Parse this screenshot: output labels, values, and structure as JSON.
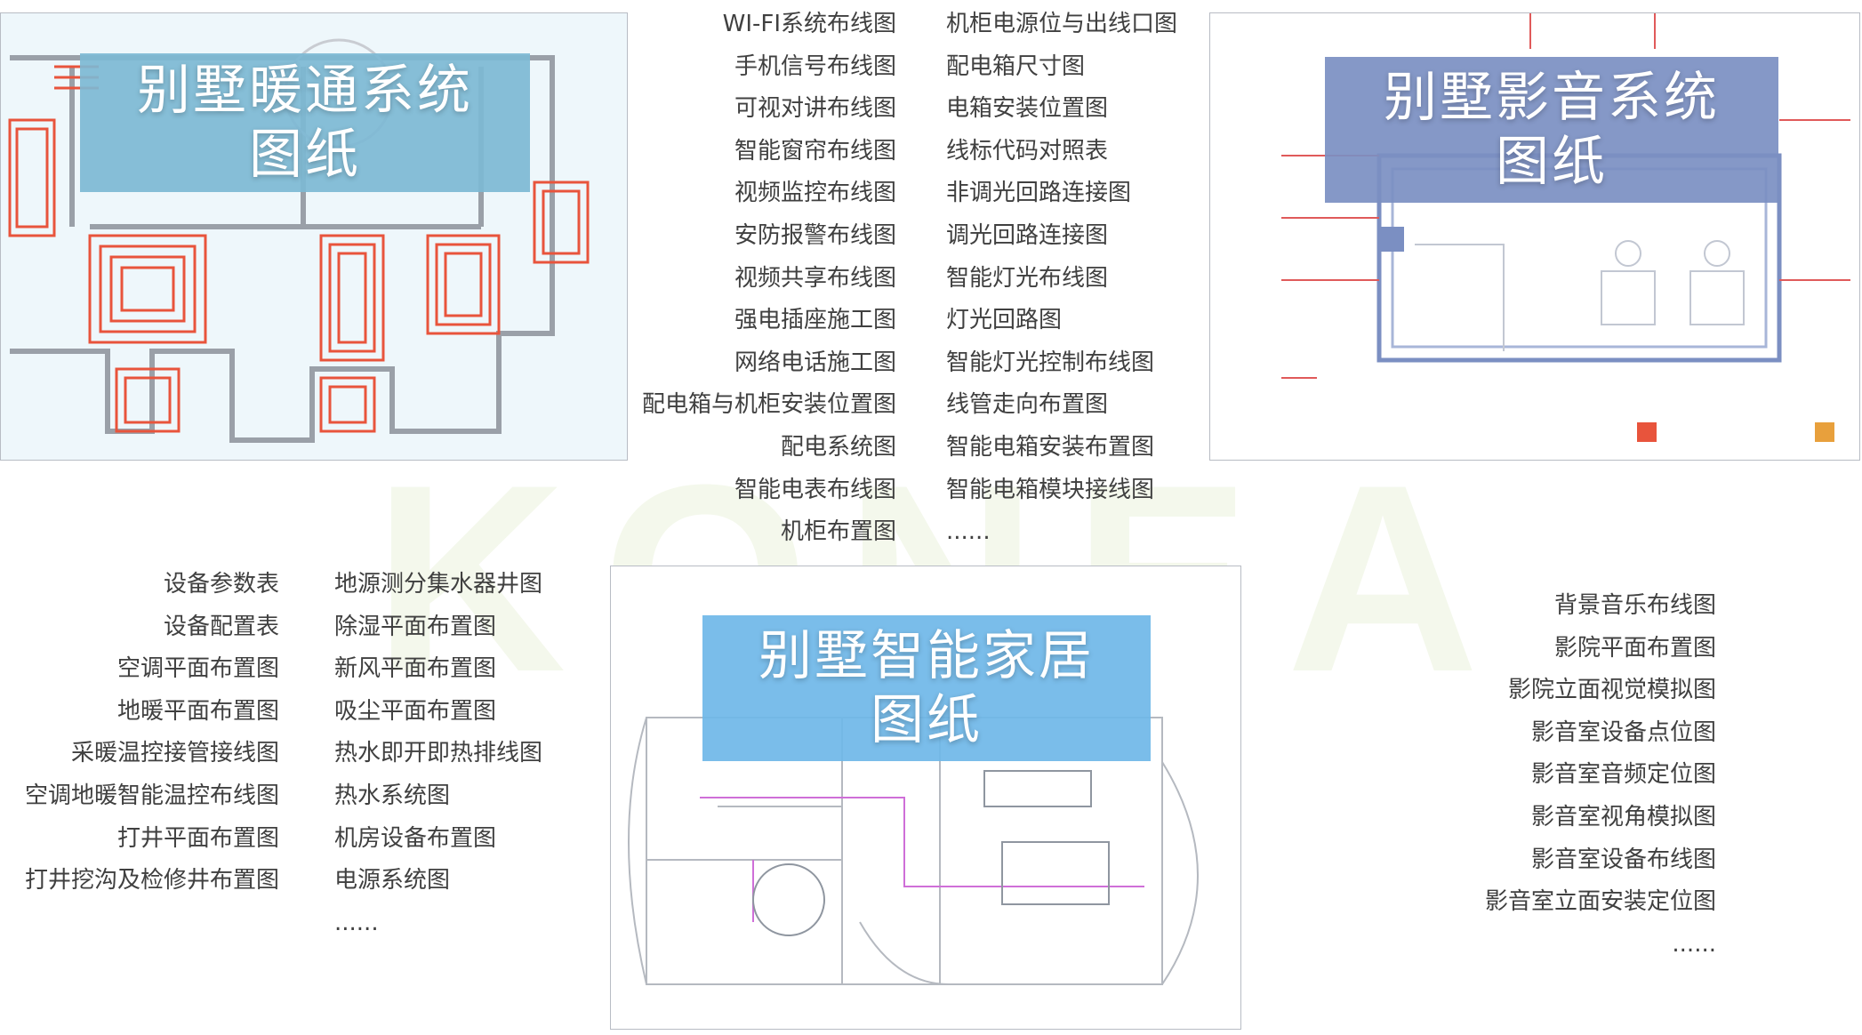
{
  "watermark": {
    "text": "KONEA",
    "color": "#f4f8ec"
  },
  "colors": {
    "list_text": "#404040",
    "hvac_title_bg": "#7db9d4",
    "av_title_bg": "#7b8fc2",
    "smart_title_bg": "#6fb7e8",
    "floor_heat": "#e8543c",
    "plan_lines": "#9aa0a8"
  },
  "panels": {
    "hvac": {
      "title_line1": "别墅暖通系统",
      "title_line2": "图纸"
    },
    "av": {
      "title_line1": "别墅影音系统",
      "title_line2": "图纸"
    },
    "smart": {
      "title_line1": "别墅智能家居",
      "title_line2": "图纸"
    }
  },
  "top_list_left": [
    "WI-FI系统布线图",
    "手机信号布线图",
    "可视对讲布线图",
    "智能窗帘布线图",
    "视频监控布线图",
    "安防报警布线图",
    "视频共享布线图",
    "强电插座施工图",
    "网络电话施工图",
    "配电箱与机柜安装位置图",
    "配电系统图",
    "智能电表布线图",
    "机柜布置图"
  ],
  "top_list_right": [
    "机柜电源位与出线口图",
    "配电箱尺寸图",
    "电箱安装位置图",
    "线标代码对照表",
    "非调光回路连接图",
    "调光回路连接图",
    "智能灯光布线图",
    "灯光回路图",
    "智能灯光控制布线图",
    "线管走向布置图",
    "智能电箱安装布置图",
    "智能电箱模块接线图",
    "......"
  ],
  "hvac_list_left": [
    "设备参数表",
    "设备配置表",
    "空调平面布置图",
    "地暖平面布置图",
    "采暖温控接管接线图",
    "空调地暖智能温控布线图",
    "打井平面布置图",
    "打井挖沟及检修井布置图"
  ],
  "hvac_list_right": [
    "地源测分集水器井图",
    "除湿平面布置图",
    "新风平面布置图",
    "吸尘平面布置图",
    "热水即开即热排线图",
    "热水系统图",
    "机房设备布置图",
    "电源系统图",
    "......"
  ],
  "av_list": [
    "背景音乐布线图",
    "影院平面布置图",
    "影院立面视觉模拟图",
    "影音室设备点位图",
    "影音室音频定位图",
    "影音室视角模拟图",
    "影音室设备布线图",
    "影音室立面安装定位图",
    "......"
  ]
}
